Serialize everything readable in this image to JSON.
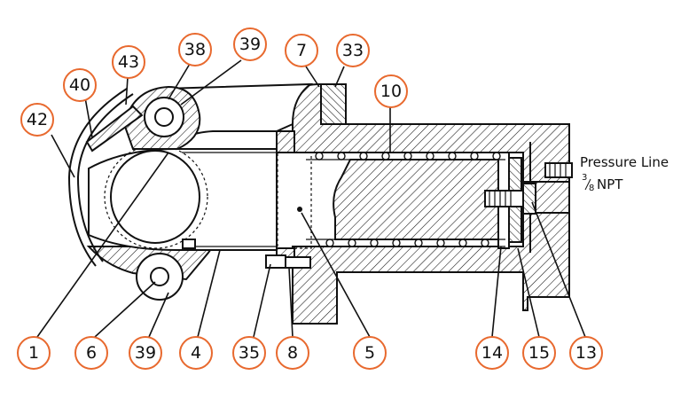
{
  "colors": {
    "callout_ring": "#e8692e",
    "ink": "#111111",
    "background": "#ffffff"
  },
  "callouts": [
    {
      "id": "c42",
      "label": "42"
    },
    {
      "id": "c40",
      "label": "40"
    },
    {
      "id": "c43",
      "label": "43"
    },
    {
      "id": "c38",
      "label": "38"
    },
    {
      "id": "c39-top",
      "label": "39"
    },
    {
      "id": "c7",
      "label": "7"
    },
    {
      "id": "c33",
      "label": "33"
    },
    {
      "id": "c10",
      "label": "10"
    },
    {
      "id": "c1",
      "label": "1"
    },
    {
      "id": "c6",
      "label": "6"
    },
    {
      "id": "c39-bottom",
      "label": "39"
    },
    {
      "id": "c4",
      "label": "4"
    },
    {
      "id": "c35",
      "label": "35"
    },
    {
      "id": "c8",
      "label": "8"
    },
    {
      "id": "c5",
      "label": "5"
    },
    {
      "id": "c14",
      "label": "14"
    },
    {
      "id": "c15",
      "label": "15"
    },
    {
      "id": "c13",
      "label": "13"
    }
  ],
  "annotation": {
    "pressure_line": "Pressure Line",
    "fraction_num": "3",
    "fraction_den": "8",
    "npt": "NPT"
  }
}
